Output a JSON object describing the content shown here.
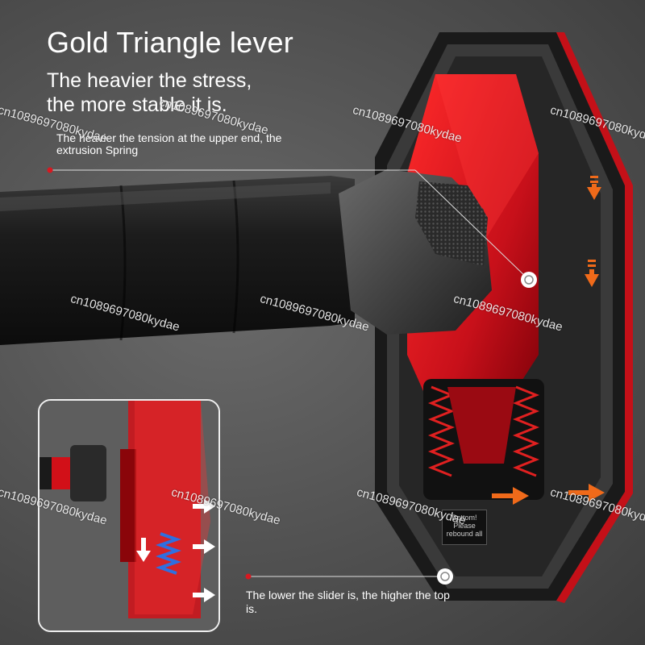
{
  "headline": "Gold Triangle lever",
  "subheadline": [
    "The heavier the stress,",
    "the more stable it is."
  ],
  "upper_note": "The heavier the tension at the upper end, the extrusion Spring",
  "lower_note": "The lower the slider is, the higher the top is.",
  "watermark": "cn1089697080kydae",
  "product_label": "Bottom! Please rebound all",
  "colors": {
    "background": "#555555",
    "accent_red": "#d81820",
    "arrow_orange": "#f06a1a",
    "bar_black": "#1b1b1b",
    "frame_grey": "#3a3a3a"
  },
  "icons": [
    "pointer-dot-icon",
    "arrow-down-icon",
    "arrow-right-icon",
    "spring-icon"
  ]
}
